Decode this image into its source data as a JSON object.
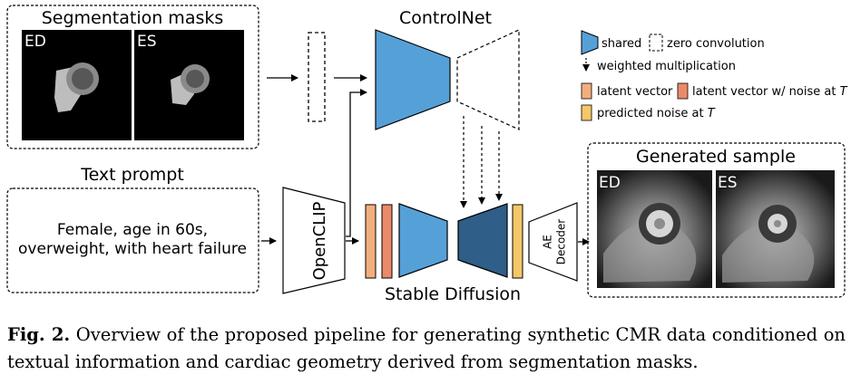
{
  "figure": {
    "segmentation_title": "Segmentation masks",
    "seg_labels": [
      "ED",
      "ES"
    ],
    "text_prompt_title": "Text prompt",
    "prompt_line1": "Female, age in 60s,",
    "prompt_line2": "overweight, with heart failure",
    "openclip_label": "OpenCLIP",
    "controlnet_label": "ControlNet",
    "stable_diffusion_label": "Stable Diffusion",
    "ae_label": "AE",
    "decoder_label": "Decoder",
    "generated_title": "Generated sample",
    "gen_labels": [
      "ED",
      "ES"
    ]
  },
  "legend": {
    "shared": "shared",
    "zero_conv": "zero convolution",
    "weighted": "weighted multiplication",
    "latent": "latent vector",
    "latent_noise_prefix": "latent vector w/ noise at ",
    "latent_noise_var": "T",
    "predicted_prefix": "predicted noise at ",
    "predicted_var": "T"
  },
  "colors": {
    "shared_blue": "#56a0d8",
    "dark_blue": "#2f5e88",
    "latent": "#f2ae7d",
    "latent_noise": "#eb8a6a",
    "predicted": "#f4c768"
  },
  "caption": {
    "label": "Fig. 2.",
    "text": "Overview of the proposed pipeline for generating synthetic CMR data conditioned on textual information and cardiac geometry derived from segmentation masks."
  }
}
